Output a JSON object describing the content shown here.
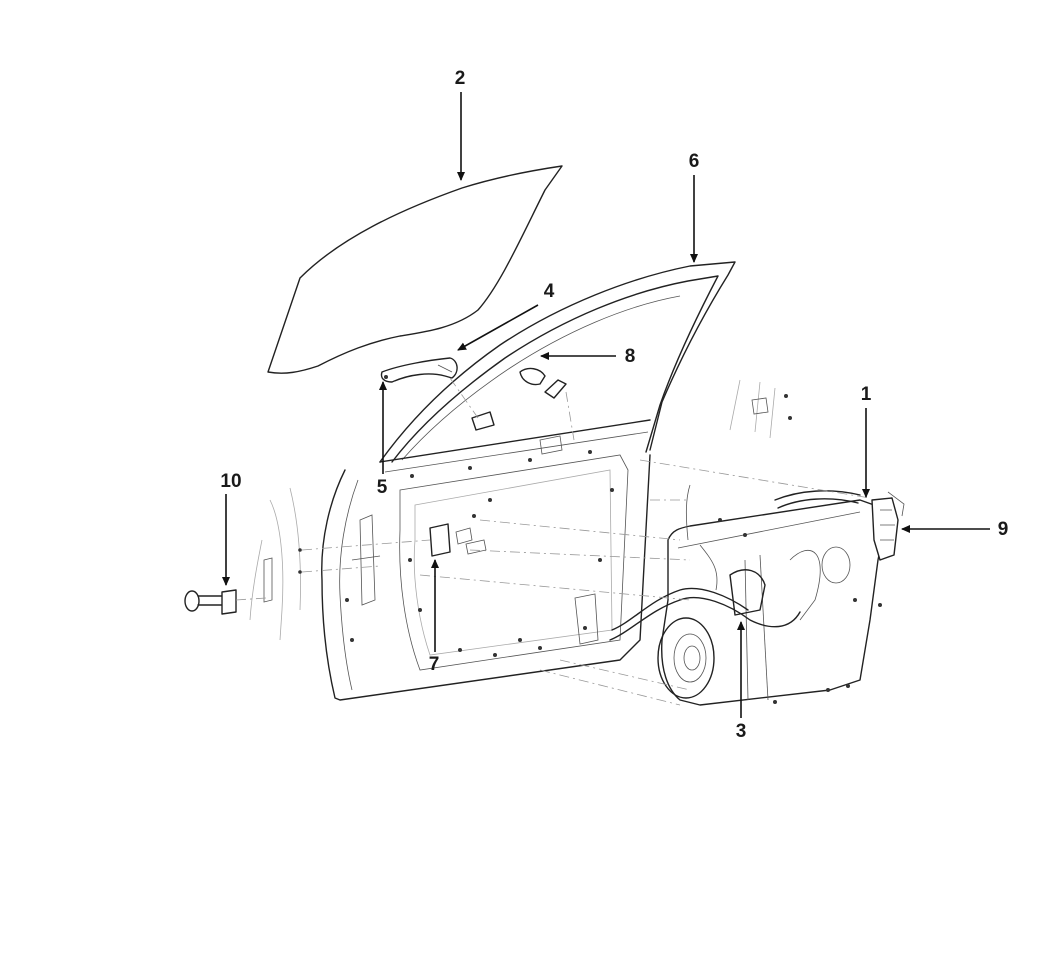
{
  "callouts": [
    {
      "id": "1",
      "label": "1"
    },
    {
      "id": "2",
      "label": "2"
    },
    {
      "id": "3",
      "label": "3"
    },
    {
      "id": "4",
      "label": "4"
    },
    {
      "id": "5",
      "label": "5"
    },
    {
      "id": "6",
      "label": "6"
    },
    {
      "id": "7",
      "label": "7"
    },
    {
      "id": "8",
      "label": "8"
    },
    {
      "id": "9",
      "label": "9"
    },
    {
      "id": "10",
      "label": "10"
    }
  ],
  "colors": {
    "line": "#222222",
    "background": "#ffffff"
  }
}
